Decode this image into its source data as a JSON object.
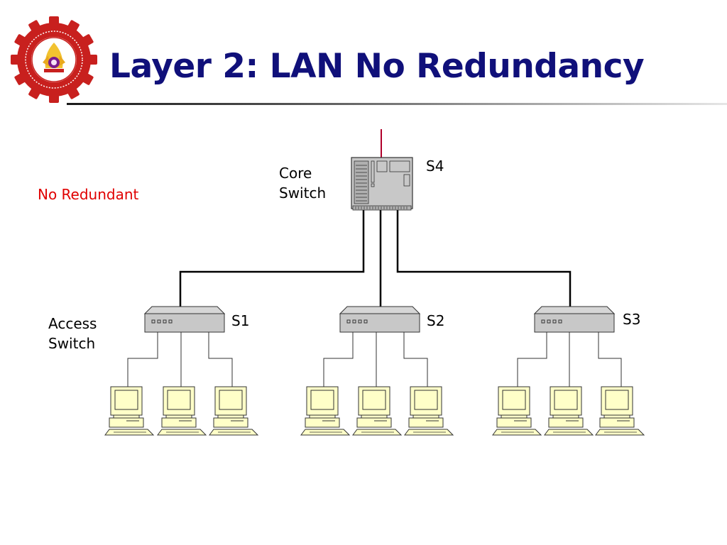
{
  "slide": {
    "title": "Layer 2: LAN No Redundancy",
    "note": "No Redundant"
  },
  "labels": {
    "core_line1": "Core",
    "core_line2": "Switch",
    "access_line1": "Access",
    "access_line2": "Switch"
  },
  "switches": {
    "core": "S4",
    "access": [
      "S1",
      "S2",
      "S3"
    ]
  },
  "colors": {
    "title": "#10107a",
    "note": "#e00000",
    "uplink": "#b0002a",
    "logo_red": "#c8201e",
    "switch_gray": "#c8c8c8",
    "pc_fill": "#ffffc8"
  },
  "icons": {
    "logo": "university-seal-icon",
    "core": "core-switch-icon",
    "access": "access-switch-icon",
    "host": "desktop-computer-icon"
  }
}
